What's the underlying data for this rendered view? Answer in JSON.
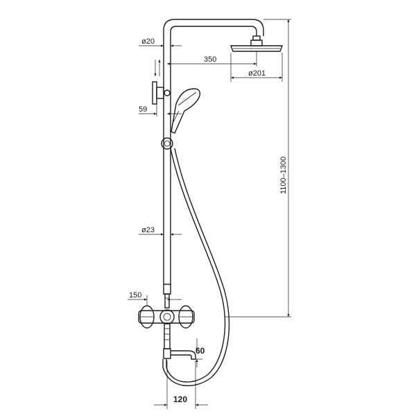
{
  "dimensions": {
    "pipe_top_diameter": "ø20",
    "arm_length": "350",
    "head_diameter": "ø201",
    "holder_offset": "59",
    "pipe_lower_diameter": "ø23",
    "height_range": "1100–1300",
    "mixer_offset": "150",
    "spout_height": "60",
    "spout_reach": "120"
  }
}
